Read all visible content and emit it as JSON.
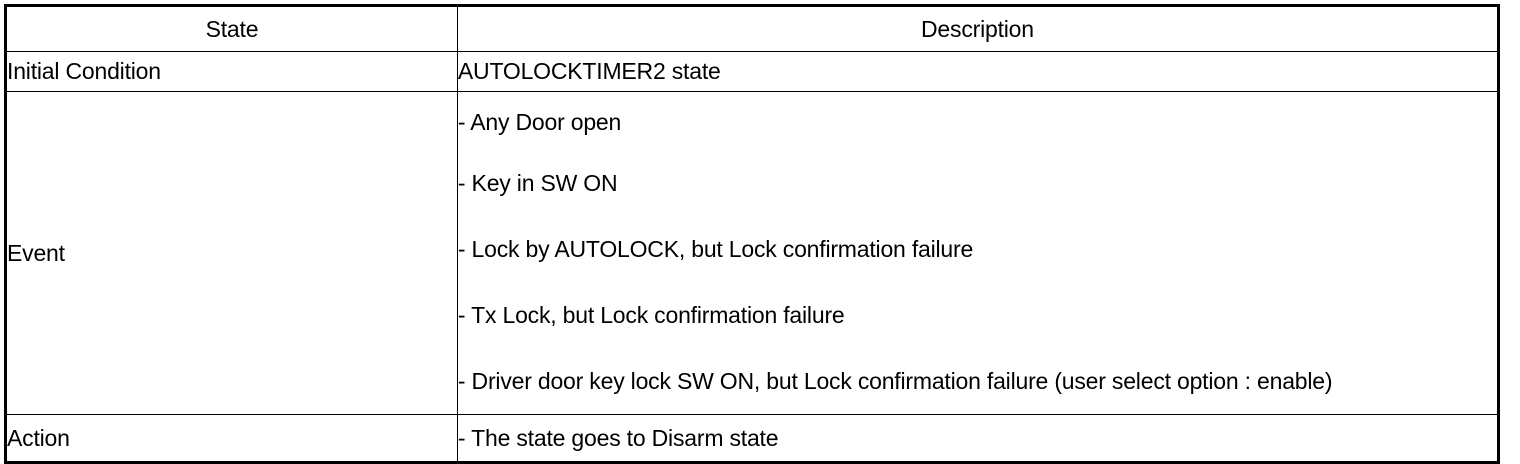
{
  "table": {
    "headers": {
      "state": "State",
      "description": "Description"
    },
    "rows": [
      {
        "state": "Initial Condition",
        "description": "AUTOLOCKTIMER2 state"
      },
      {
        "state": "Event",
        "description_lines": [
          "-  Any Door open",
          "-  Key in SW ON",
          "-  Lock by AUTOLOCK, but Lock confirmation failure",
          "-  Tx Lock, but Lock confirmation failure",
          "-  Driver door key lock SW ON, but Lock confirmation failure (user select option : enable)"
        ]
      },
      {
        "state": "Action",
        "description": "-  The state goes to Disarm state"
      }
    ]
  },
  "colors": {
    "border": "#000000",
    "background": "#ffffff",
    "text": "#000000"
  }
}
